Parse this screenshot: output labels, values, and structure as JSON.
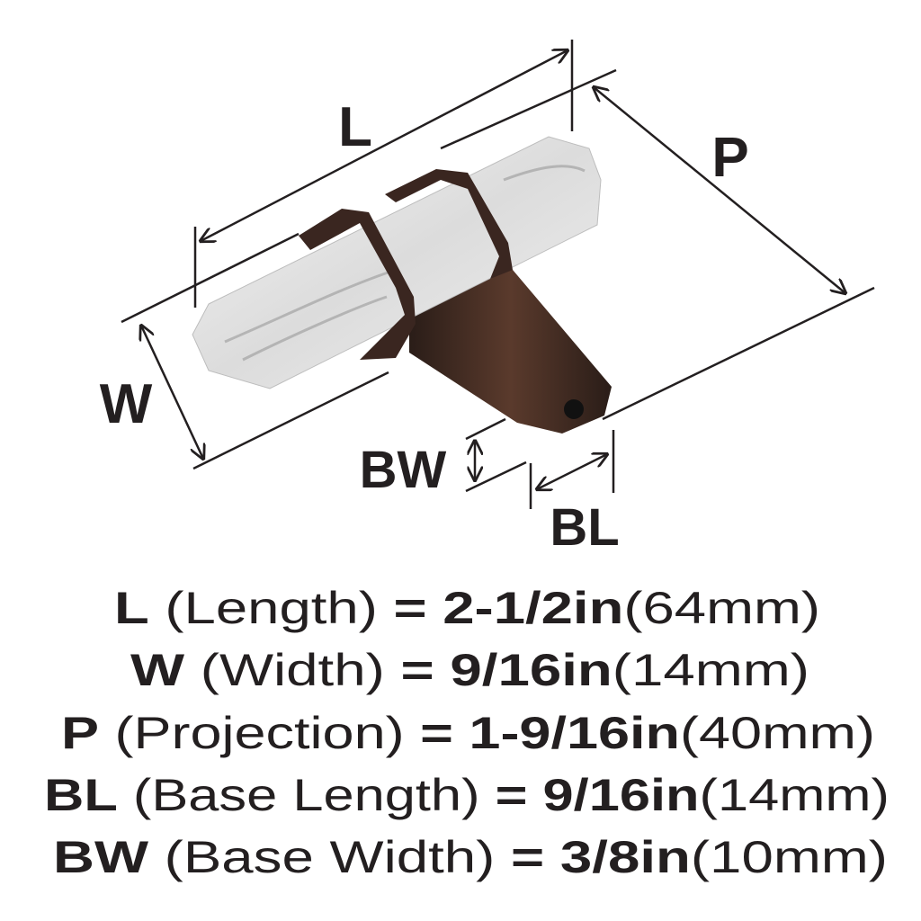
{
  "diagram": {
    "labels": {
      "L": "L",
      "P": "P",
      "W": "W",
      "BW": "BW",
      "BL": "BL"
    },
    "colors": {
      "ink": "#231f20",
      "marble": "#e9e9e9",
      "bronze": "#3b2a24"
    }
  },
  "specs": [
    {
      "key": "L",
      "name": "(Length)",
      "eq": "=",
      "imperial": "2-1/2in",
      "metric": "(64mm)"
    },
    {
      "key": "W",
      "name": "(Width)",
      "eq": "=",
      "imperial": "9/16in",
      "metric": "(14mm)"
    },
    {
      "key": "P",
      "name": "(Projection)",
      "eq": "=",
      "imperial": "1-9/16in",
      "metric": "(40mm)"
    },
    {
      "key": "BL",
      "name": "(Base Length)",
      "eq": "=",
      "imperial": "9/16in",
      "metric": "(14mm)"
    },
    {
      "key": "BW",
      "name": "(Base Width)",
      "eq": "=",
      "imperial": "3/8in",
      "metric": "(10mm)"
    }
  ]
}
